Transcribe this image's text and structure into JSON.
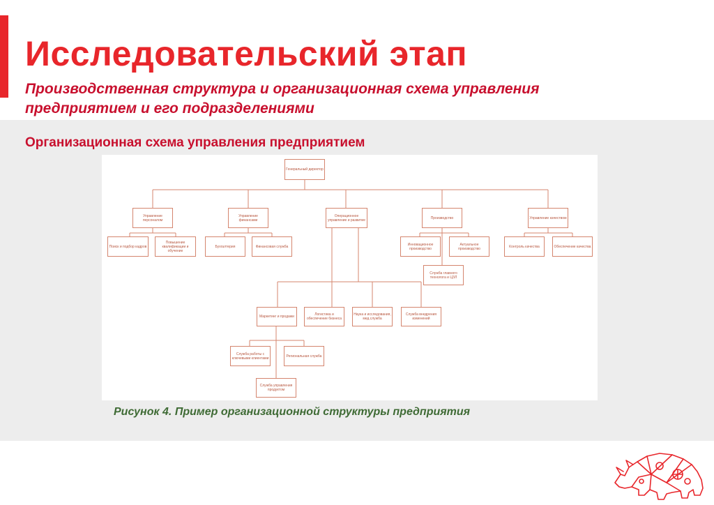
{
  "slide": {
    "title": "Исследовательский этап",
    "subtitle": "Производственная структура и организационная схема управления предприятием и его подразделениями",
    "section_heading": "Организационная схема управления предприятием",
    "caption": "Рисунок 4. Пример организационной структуры предприятия"
  },
  "org_chart": {
    "nodes": [
      {
        "id": "ceo",
        "label": "Генеральный директор"
      },
      {
        "id": "hr",
        "label": "Управление персоналом"
      },
      {
        "id": "finance",
        "label": "Управление финансами"
      },
      {
        "id": "ops",
        "label": "Операционное управление и развитие"
      },
      {
        "id": "production",
        "label": "Производство"
      },
      {
        "id": "quality",
        "label": "Управление качеством"
      },
      {
        "id": "hiring",
        "label": "Поиск и подбор кадров"
      },
      {
        "id": "training",
        "label": "Повышение квалификации и обучение"
      },
      {
        "id": "accounting",
        "label": "Бухгалтерия"
      },
      {
        "id": "finservice",
        "label": "Финансовая служба"
      },
      {
        "id": "innovprod",
        "label": "Инновационное производство"
      },
      {
        "id": "currentprod",
        "label": "Актуальное производство"
      },
      {
        "id": "chieftech",
        "label": "Служба главного технолога и ЦЗЛ"
      },
      {
        "id": "qcontrol",
        "label": "Контроль качества"
      },
      {
        "id": "qassurance",
        "label": "Обеспечение качества"
      },
      {
        "id": "marketing",
        "label": "Маркетинг и продажи"
      },
      {
        "id": "bizdev",
        "label": "Логистика и обеспечение бизнеса"
      },
      {
        "id": "research",
        "label": "Наука и исследования, мед.служба"
      },
      {
        "id": "implementation",
        "label": "Служба внедрения изменений"
      },
      {
        "id": "keyclients",
        "label": "Служба работы с ключевыми клиентами"
      },
      {
        "id": "regional",
        "label": "Региональная служба"
      },
      {
        "id": "productmgmt",
        "label": "Служба управления продуктом"
      }
    ]
  },
  "colors": {
    "accent": "#e8262b",
    "subtitle": "#c8102e",
    "caption": "#3f6b35",
    "node_border": "#d4856e",
    "panel": "#ededed"
  },
  "logo": {
    "icon": "rhino-logo-icon"
  }
}
